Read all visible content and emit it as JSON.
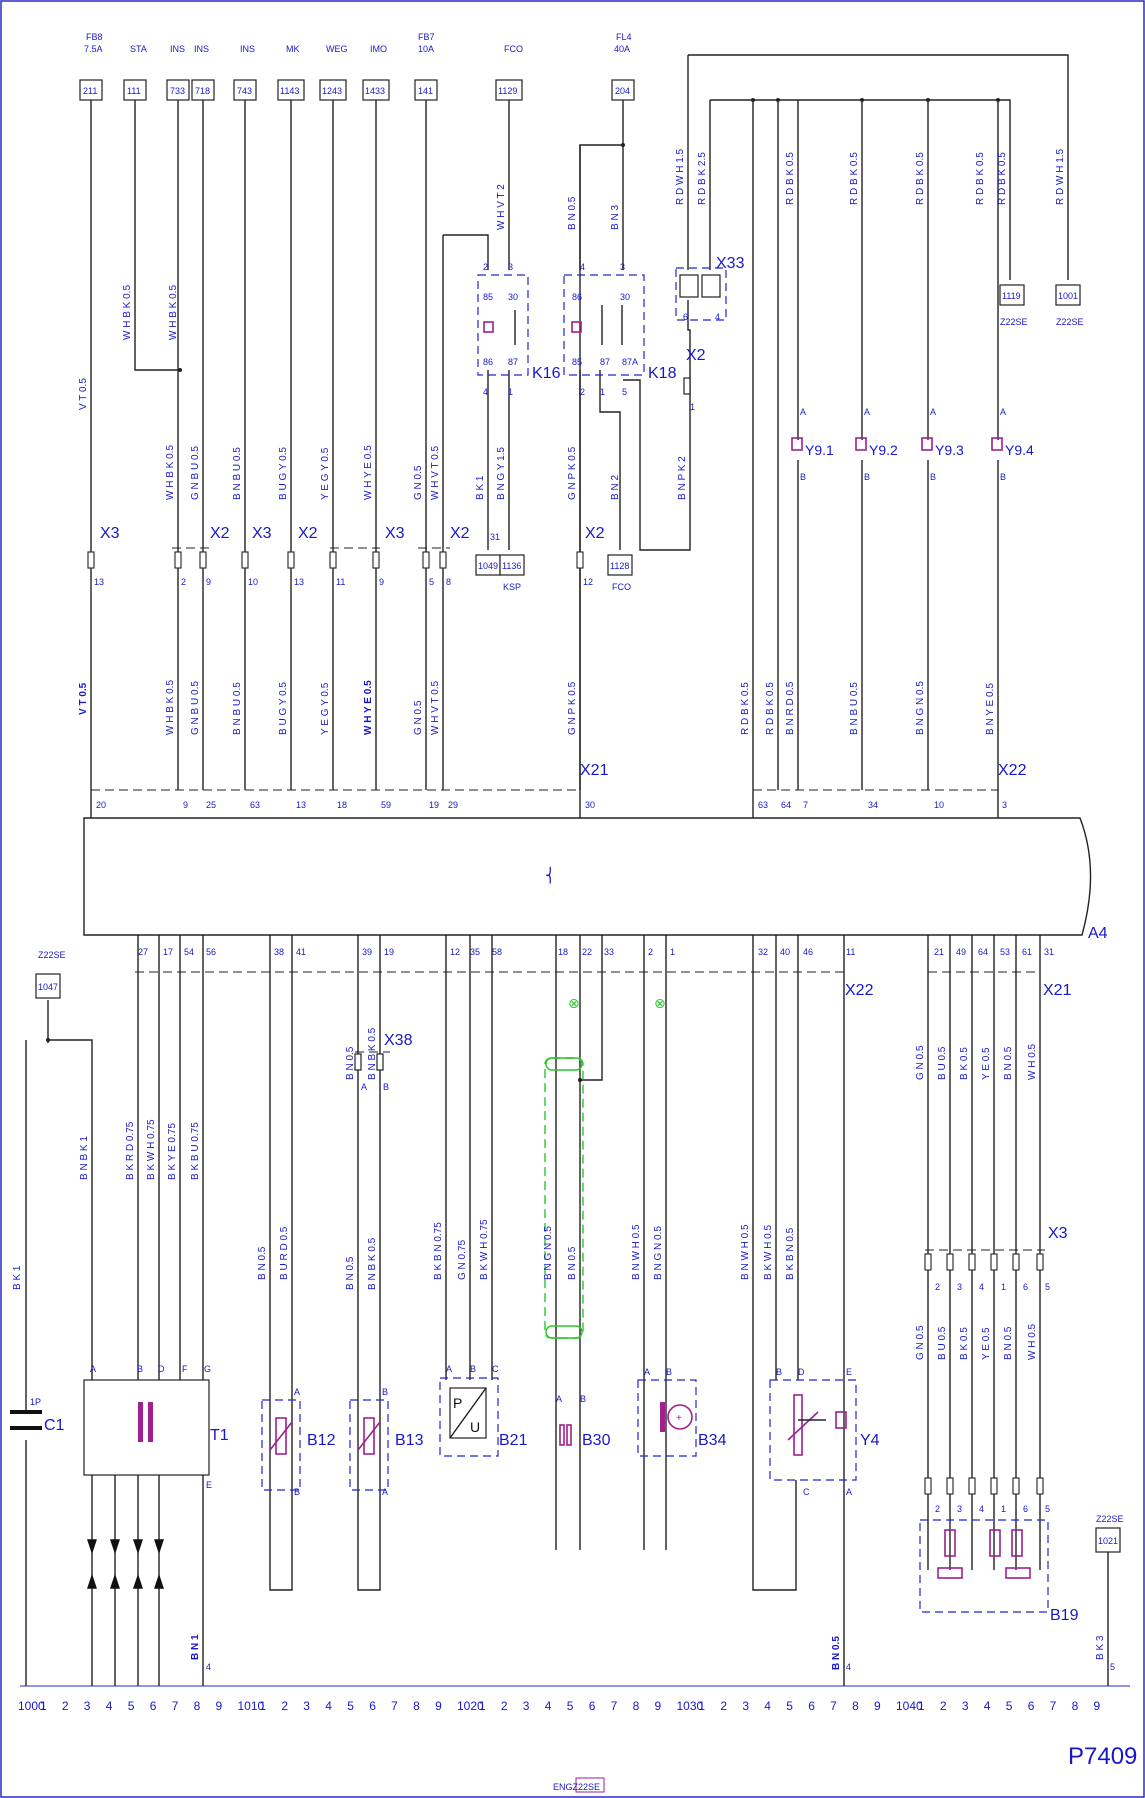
{
  "page": {
    "code": "P7409",
    "footer_label": "ENGZ22SE"
  },
  "fuses": [
    {
      "id": "FB8",
      "rating": "7.5A"
    },
    {
      "id": "FB7",
      "rating": "10A"
    },
    {
      "id": "FL4",
      "rating": "40A"
    }
  ],
  "top_terminals": [
    {
      "label": "STA",
      "num": "111"
    },
    {
      "label": "INS",
      "num": "733"
    },
    {
      "label": "INS",
      "num": "718"
    },
    {
      "label": "INS",
      "num": "743"
    },
    {
      "label": "MK",
      "num": "1143"
    },
    {
      "label": "WEG",
      "num": "1243"
    },
    {
      "label": "IMO",
      "num": "1433"
    },
    {
      "label": "FCO",
      "num": "1129"
    }
  ],
  "fuse_terminals": [
    "211",
    "141",
    "204"
  ],
  "relays": [
    {
      "id": "K16",
      "pins": [
        "85",
        "30",
        "86",
        "87",
        "2",
        "3",
        "4",
        "1"
      ]
    },
    {
      "id": "K18",
      "pins": [
        "86",
        "30",
        "85",
        "87",
        "87A",
        "4",
        "3",
        "2",
        "1",
        "5"
      ]
    }
  ],
  "connectors": [
    "X2",
    "X3",
    "X21",
    "X22",
    "X33",
    "X38"
  ],
  "components": [
    {
      "id": "A4"
    },
    {
      "id": "T1"
    },
    {
      "id": "C1",
      "note": "1P"
    },
    {
      "id": "B12"
    },
    {
      "id": "B13"
    },
    {
      "id": "B21"
    },
    {
      "id": "B30"
    },
    {
      "id": "B34"
    },
    {
      "id": "Y4"
    },
    {
      "id": "B19"
    },
    {
      "id": "Y9.1"
    },
    {
      "id": "Y9.2"
    },
    {
      "id": "Y9.3"
    },
    {
      "id": "Y9.4"
    }
  ],
  "side_refs": [
    {
      "label": "Z22SE",
      "num": "1119"
    },
    {
      "label": "Z22SE",
      "num": "1001"
    },
    {
      "label": "Z22SE",
      "num": "1047"
    },
    {
      "label": "Z22SE",
      "num": "1021"
    },
    {
      "label": "KSP",
      "num": "1136"
    },
    {
      "label": "FCO",
      "num": "1128"
    },
    {
      "label": "",
      "num": "1049"
    }
  ],
  "ruler": [
    "1000",
    "1",
    "2",
    "3",
    "4",
    "5",
    "6",
    "7",
    "8",
    "9",
    "1010",
    "1",
    "2",
    "3",
    "4",
    "5",
    "6",
    "7",
    "8",
    "9",
    "1020",
    "1",
    "2",
    "3",
    "4",
    "5",
    "6",
    "7",
    "8",
    "9",
    "1030",
    "1",
    "2",
    "3",
    "4",
    "5",
    "6",
    "7",
    "8",
    "9",
    "1040",
    "1",
    "2",
    "3",
    "4",
    "5",
    "6",
    "7",
    "8",
    "9"
  ],
  "labels": {
    "x21_top": "X21",
    "x22_top": "X22",
    "x22_bot": "X22",
    "x21_bot": "X21",
    "x3_mid": "X3",
    "x38": "X38",
    "x33": "X33",
    "x2_mid": "X2"
  }
}
